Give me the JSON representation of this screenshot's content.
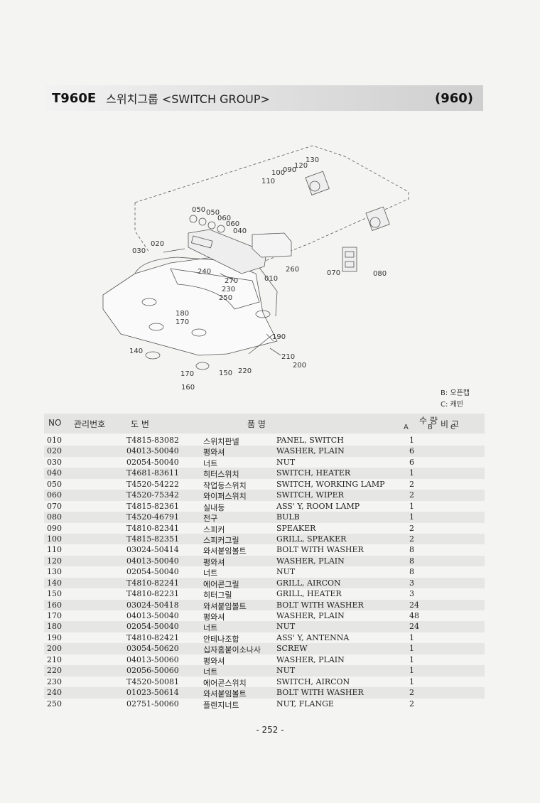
{
  "header": {
    "model": "T960E",
    "title": "스위치그룹 <SWITCH GROUP>",
    "code": "(960)"
  },
  "diagram_labels": {
    "l130": "130",
    "l120": "120",
    "l090": "090",
    "l100": "100",
    "l110": "110",
    "l050a": "050",
    "l050b": "050",
    "l060a": "060",
    "l060b": "060",
    "l040": "040",
    "l020": "020",
    "l030": "030",
    "l240": "240",
    "l270": "270",
    "l230": "230",
    "l250": "250",
    "l010": "010",
    "l260": "260",
    "l070": "070",
    "l080": "080",
    "l180": "180",
    "l170a": "170",
    "l190": "190",
    "l140": "140",
    "l210": "210",
    "l200": "200",
    "l170b": "170",
    "l150": "150",
    "l220": "220",
    "l160": "160"
  },
  "legend": {
    "b": "B: 오픈캡",
    "c": "C: 캐빈"
  },
  "table": {
    "headers": {
      "no": "NO",
      "mgmt": "관리번호",
      "drawing": "도    번",
      "name": "품          명",
      "qty": "수  량",
      "a": "A",
      "b": "B",
      "c": "C",
      "remarks": "비  고"
    },
    "rows": [
      {
        "no": "010",
        "part": "T4815-83082",
        "kr": "스위치판넬",
        "en": "PANEL, SWITCH",
        "qty": "1"
      },
      {
        "no": "020",
        "part": "04013-50040",
        "kr": "평와셔",
        "en": "WASHER, PLAIN",
        "qty": "6"
      },
      {
        "no": "030",
        "part": "02054-50040",
        "kr": "너트",
        "en": "NUT",
        "qty": "6"
      },
      {
        "no": "040",
        "part": "T4681-83611",
        "kr": "히터스위치",
        "en": "SWITCH, HEATER",
        "qty": "1"
      },
      {
        "no": "050",
        "part": "T4520-54222",
        "kr": "작업등스위치",
        "en": "SWITCH, WORKING LAMP",
        "qty": "2"
      },
      {
        "no": "060",
        "part": "T4520-75342",
        "kr": "와이퍼스위치",
        "en": "SWITCH, WIPER",
        "qty": "2"
      },
      {
        "no": "070",
        "part": "T4815-82361",
        "kr": "실내등",
        "en": "ASS' Y, ROOM LAMP",
        "qty": "1"
      },
      {
        "no": "080",
        "part": "T4520-46791",
        "kr": "전구",
        "en": "BULB",
        "qty": "1"
      },
      {
        "no": "090",
        "part": "T4810-82341",
        "kr": "스피커",
        "en": "SPEAKER",
        "qty": "2"
      },
      {
        "no": "100",
        "part": "T4815-82351",
        "kr": "스피커그릴",
        "en": "GRILL, SPEAKER",
        "qty": "2"
      },
      {
        "no": "110",
        "part": "03024-50414",
        "kr": "와셔붙임볼트",
        "en": "BOLT WITH WASHER",
        "qty": "8"
      },
      {
        "no": "120",
        "part": "04013-50040",
        "kr": "평와셔",
        "en": "WASHER, PLAIN",
        "qty": "8"
      },
      {
        "no": "130",
        "part": "02054-50040",
        "kr": "너트",
        "en": "NUT",
        "qty": "8"
      },
      {
        "no": "140",
        "part": "T4810-82241",
        "kr": "에어콘그릴",
        "en": "GRILL, AIRCON",
        "qty": "3"
      },
      {
        "no": "150",
        "part": "T4810-82231",
        "kr": "히터그릴",
        "en": "GRILL, HEATER",
        "qty": "3"
      },
      {
        "no": "160",
        "part": "03024-50418",
        "kr": "와셔붙임볼트",
        "en": "BOLT WITH WASHER",
        "qty": "24"
      },
      {
        "no": "170",
        "part": "04013-50040",
        "kr": "평와셔",
        "en": "WASHER, PLAIN",
        "qty": "48"
      },
      {
        "no": "180",
        "part": "02054-50040",
        "kr": "너트",
        "en": "NUT",
        "qty": "24"
      },
      {
        "no": "190",
        "part": "T4810-82421",
        "kr": "안테나조합",
        "en": "ASS' Y, ANTENNA",
        "qty": "1"
      },
      {
        "no": "200",
        "part": "03054-50620",
        "kr": "십자홈붙이소나사",
        "en": "SCREW",
        "qty": "1"
      },
      {
        "no": "210",
        "part": "04013-50060",
        "kr": "평와셔",
        "en": "WASHER, PLAIN",
        "qty": "1"
      },
      {
        "no": "220",
        "part": "02056-50060",
        "kr": "너트",
        "en": "NUT",
        "qty": "1"
      },
      {
        "no": "230",
        "part": "T4520-50081",
        "kr": "에어콘스위치",
        "en": "SWITCH, AIRCON",
        "qty": "1"
      },
      {
        "no": "240",
        "part": "01023-50614",
        "kr": "와셔붙임볼트",
        "en": "BOLT WITH WASHER",
        "qty": "2"
      },
      {
        "no": "250",
        "part": "02751-50060",
        "kr": "플렌지너트",
        "en": "NUT, FLANGE",
        "qty": "2"
      }
    ]
  },
  "page_number": "- 252 -"
}
